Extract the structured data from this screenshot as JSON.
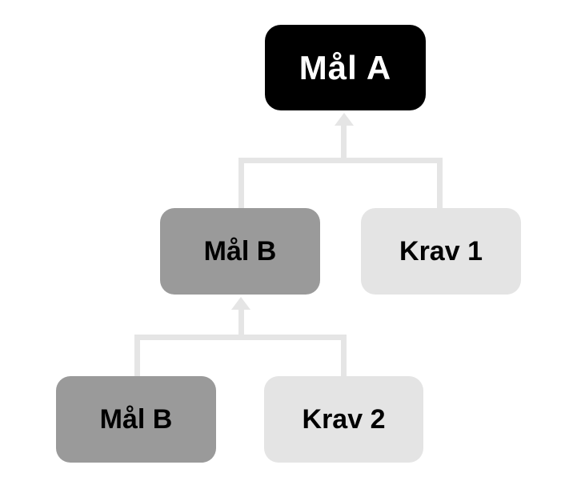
{
  "diagram": {
    "type": "hierarchy",
    "background": "#ffffff",
    "line_color": "#e5e5e5",
    "nodes": [
      {
        "id": "mal-a",
        "label": "Mål A",
        "fill": "#000000",
        "text_color": "#ffffff",
        "level": 1
      },
      {
        "id": "mal-b-mid",
        "label": "Mål B",
        "fill": "#9a9a9a",
        "text_color": "#000000",
        "level": 2
      },
      {
        "id": "krav-1",
        "label": "Krav 1",
        "fill": "#e4e4e4",
        "text_color": "#000000",
        "level": 2
      },
      {
        "id": "mal-b-bottom",
        "label": "Mål B",
        "fill": "#9a9a9a",
        "text_color": "#000000",
        "level": 3
      },
      {
        "id": "krav-2",
        "label": "Krav 2",
        "fill": "#e4e4e4",
        "text_color": "#000000",
        "level": 3
      }
    ],
    "edges": [
      {
        "from": "mal-b-mid",
        "to": "mal-a",
        "arrowhead": "up"
      },
      {
        "from": "krav-1",
        "to": "mal-a",
        "arrowhead": "none"
      },
      {
        "from": "mal-b-bottom",
        "to": "mal-b-mid",
        "arrowhead": "up"
      },
      {
        "from": "krav-2",
        "to": "mal-b-mid",
        "arrowhead": "none"
      }
    ]
  }
}
